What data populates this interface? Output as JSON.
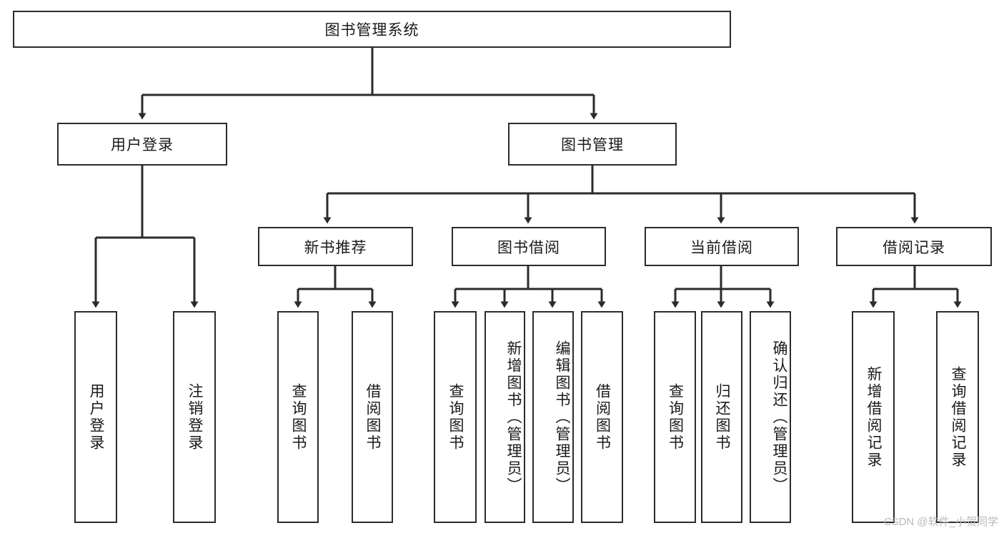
{
  "diagram": {
    "title_node": {
      "label": "图书管理系统"
    },
    "level2": [
      {
        "id": "user-login",
        "label": "用户登录"
      },
      {
        "id": "book-manage",
        "label": "图书管理"
      }
    ],
    "level3": [
      {
        "id": "new-book-recommend",
        "label": "新书推荐"
      },
      {
        "id": "book-borrow",
        "label": "图书借阅"
      },
      {
        "id": "current-borrow",
        "label": "当前借阅"
      },
      {
        "id": "borrow-record",
        "label": "借阅记录"
      }
    ],
    "leaves": {
      "user_login": [
        {
          "id": "leaf-user-login",
          "label": "用户登录"
        },
        {
          "id": "leaf-logout-login",
          "label": "注销登录"
        }
      ],
      "new_book_recommend": [
        {
          "id": "leaf-query-book-1",
          "label": "查询图书"
        },
        {
          "id": "leaf-borrow-book-1",
          "label": "借阅图书"
        }
      ],
      "book_borrow": [
        {
          "id": "leaf-query-book-2",
          "label": "查询图书"
        },
        {
          "id": "leaf-add-book-admin",
          "label": "新增图书（管理员）"
        },
        {
          "id": "leaf-edit-book-admin",
          "label": "编辑图书（管理员）"
        },
        {
          "id": "leaf-borrow-book-2",
          "label": "借阅图书"
        }
      ],
      "current_borrow": [
        {
          "id": "leaf-query-book-3",
          "label": "查询图书"
        },
        {
          "id": "leaf-return-book",
          "label": "归还图书"
        },
        {
          "id": "leaf-confirm-return-admin",
          "label": "确认归还（管理员）"
        }
      ],
      "borrow_record": [
        {
          "id": "leaf-add-borrow-record",
          "label": "新增借阅记录"
        },
        {
          "id": "leaf-query-borrow-record",
          "label": "查询借阅记录"
        }
      ]
    },
    "watermark": "CSDN @软件_小贺同学",
    "colors": {
      "stroke": "#2b2b2b",
      "text": "#1a1a1a",
      "background": "#ffffff",
      "watermark": "#b9b9b9"
    }
  }
}
